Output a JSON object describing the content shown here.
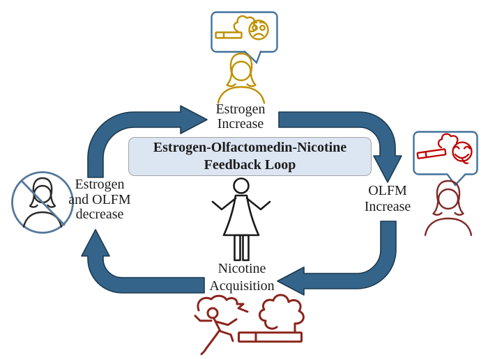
{
  "diagram": {
    "title": {
      "line1": "Estrogen-Olfactomedin-Nicotine",
      "line2": "Feedback Loop"
    },
    "nodes": {
      "top": {
        "line1": "Estrogen",
        "line2": "Increase"
      },
      "right": {
        "line1": "OLFM",
        "line2": "Increase"
      },
      "bottom": {
        "line1": "Nicotine",
        "line2": "Acquisition"
      },
      "left": {
        "line1": "Estrogen",
        "line2": "and OLFM",
        "line3": "decrease"
      }
    },
    "icons": {
      "top": "woman-with-cigarette-and-distressed-face-speech-bubble-icon",
      "right": "woman-with-cigarette-and-delighted-face-speech-bubble-icon",
      "left": "prohibited-woman-icon",
      "center": "shrugging-woman-icon",
      "bottom": "running-person-and-smoking-cigarette-icon"
    },
    "arrows": [
      "left-to-top",
      "top-to-right",
      "right-to-bottom",
      "bottom-to-left"
    ]
  },
  "colors": {
    "arrow_fill": "#35648a",
    "arrow_outline": "#1b3a50",
    "box_fill": "#dce6f2",
    "box_border": "#a3a3a3",
    "bubble_blue": "#41719c",
    "gold": "#bf9000",
    "bright_red": "#c00000",
    "maroon": "#8b241c",
    "woman_maroon": "#7e2b27",
    "circle_blue": "#54789b",
    "figure_black": "#1a1a1a",
    "text": "#1c1c1c"
  }
}
